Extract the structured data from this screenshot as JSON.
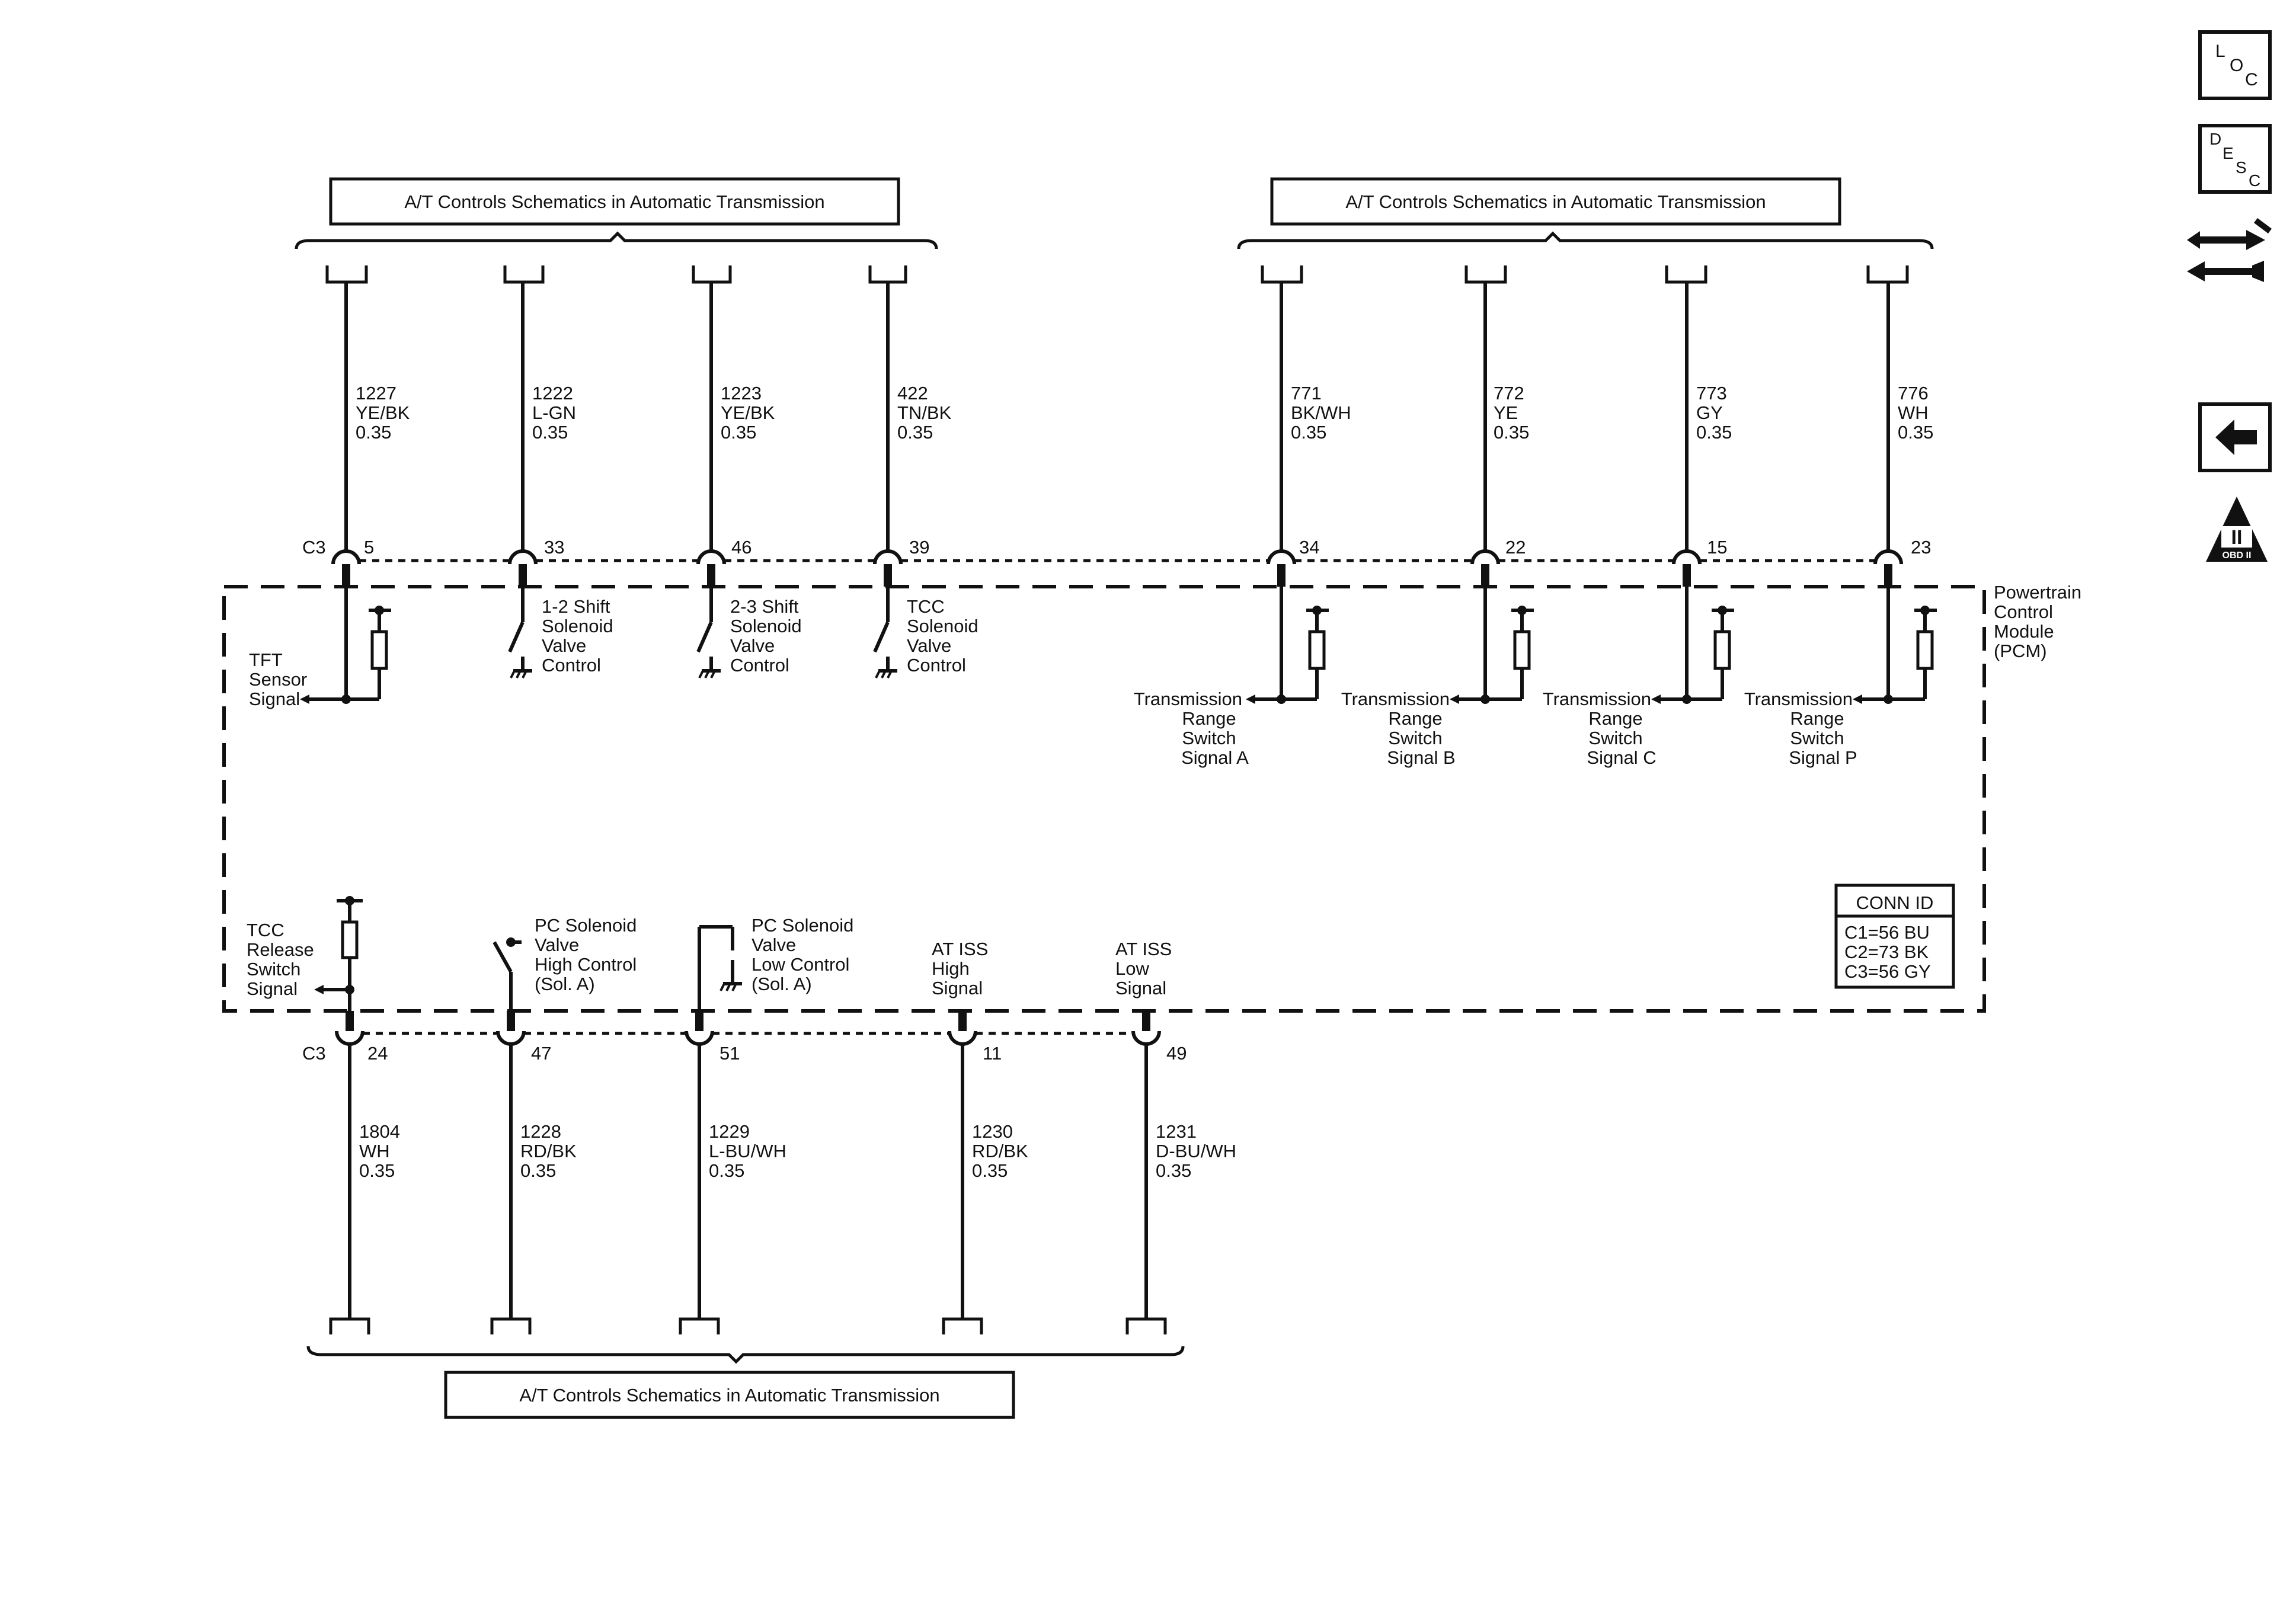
{
  "headers": {
    "top_left": "A/T Controls Schematics in Automatic Transmission",
    "top_right": "A/T Controls Schematics in Automatic Transmission",
    "bottom": "A/T Controls Schematics in Automatic Transmission"
  },
  "module": {
    "name_lines": [
      "Powertrain",
      "Control",
      "Module",
      "(PCM)"
    ]
  },
  "conn_id": {
    "title": "CONN ID",
    "lines": [
      "C1=56 BU",
      "C2=73 BK",
      "C3=56 GY"
    ]
  },
  "connectors": {
    "top": "C3",
    "bottom": "C3"
  },
  "wires_top": [
    {
      "circuit": "1227",
      "color": "YE/BK",
      "size": "0.35",
      "pin": "5"
    },
    {
      "circuit": "1222",
      "color": "L-GN",
      "size": "0.35",
      "pin": "33"
    },
    {
      "circuit": "1223",
      "color": "YE/BK",
      "size": "0.35",
      "pin": "46"
    },
    {
      "circuit": "422",
      "color": "TN/BK",
      "size": "0.35",
      "pin": "39"
    },
    {
      "circuit": "771",
      "color": "BK/WH",
      "size": "0.35",
      "pin": "34"
    },
    {
      "circuit": "772",
      "color": "YE",
      "size": "0.35",
      "pin": "22"
    },
    {
      "circuit": "773",
      "color": "GY",
      "size": "0.35",
      "pin": "15"
    },
    {
      "circuit": "776",
      "color": "WH",
      "size": "0.35",
      "pin": "23"
    }
  ],
  "wires_bottom": [
    {
      "circuit": "1804",
      "color": "WH",
      "size": "0.35",
      "pin": "24"
    },
    {
      "circuit": "1228",
      "color": "RD/BK",
      "size": "0.35",
      "pin": "47"
    },
    {
      "circuit": "1229",
      "color": "L-BU/WH",
      "size": "0.35",
      "pin": "51"
    },
    {
      "circuit": "1230",
      "color": "RD/BK",
      "size": "0.35",
      "pin": "11"
    },
    {
      "circuit": "1231",
      "color": "D-BU/WH",
      "size": "0.35",
      "pin": "49"
    }
  ],
  "signals_top": [
    [
      "TFT",
      "Sensor",
      "Signal"
    ],
    [
      "1-2 Shift",
      "Solenoid",
      "Valve",
      "Control"
    ],
    [
      "2-3 Shift",
      "Solenoid",
      "Valve",
      "Control"
    ],
    [
      "TCC",
      "Solenoid",
      "Valve",
      "Control"
    ],
    [
      "Transmission",
      "Range",
      "Switch",
      "Signal A"
    ],
    [
      "Transmission",
      "Range",
      "Switch",
      "Signal B"
    ],
    [
      "Transmission",
      "Range",
      "Switch",
      "Signal C"
    ],
    [
      "Transmission",
      "Range",
      "Switch",
      "Signal P"
    ]
  ],
  "signals_bottom": [
    [
      "TCC",
      "Release",
      "Switch",
      "Signal"
    ],
    [
      "PC Solenoid",
      "Valve",
      "High Control",
      "(Sol. A)"
    ],
    [
      "PC Solenoid",
      "Valve",
      "Low Control",
      "(Sol. A)"
    ],
    [
      "AT ISS",
      "High",
      "Signal"
    ],
    [
      "AT ISS",
      "Low",
      "Signal"
    ]
  ],
  "nav": {
    "loc": [
      "L",
      "O",
      "C"
    ],
    "desc": [
      "D",
      "E",
      "S",
      "C"
    ],
    "obd": {
      "numeral": "II",
      "label": "OBD II"
    },
    "icons": [
      "connector-swap-icon",
      "back-arrow-icon"
    ]
  }
}
